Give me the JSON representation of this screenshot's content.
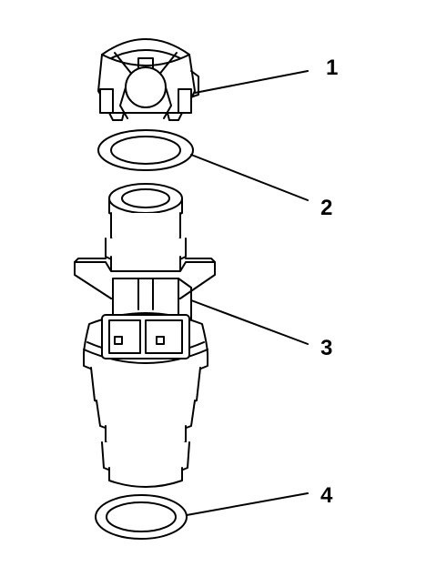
{
  "diagram": {
    "callouts": [
      {
        "label": "1",
        "part": "retainer-clip"
      },
      {
        "label": "2",
        "part": "upper-o-ring"
      },
      {
        "label": "3",
        "part": "fuel-injector"
      },
      {
        "label": "4",
        "part": "lower-o-ring"
      }
    ],
    "colors": {
      "stroke": "#000000",
      "fill": "#ffffff"
    }
  }
}
